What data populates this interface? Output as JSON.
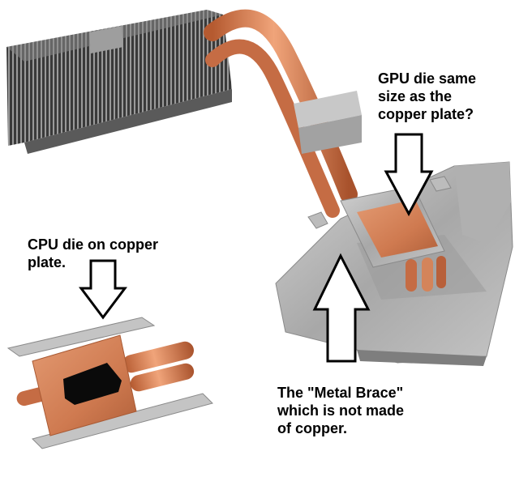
{
  "annotations": {
    "gpu": "GPU die same\nsize as the\ncopper plate?",
    "cpu": "CPU die on copper\nplate.",
    "brace": "The \"Metal Brace\"\nwhich is not made\nof copper."
  },
  "colors": {
    "copper": "#d9825a",
    "copper_dark": "#b45e3a",
    "metal": "#b8b8b8",
    "metal_dark": "#8c8c8c",
    "fin_dark": "#2e2e2e",
    "arrow_stroke": "#000000",
    "arrow_fill": "#ffffff"
  }
}
